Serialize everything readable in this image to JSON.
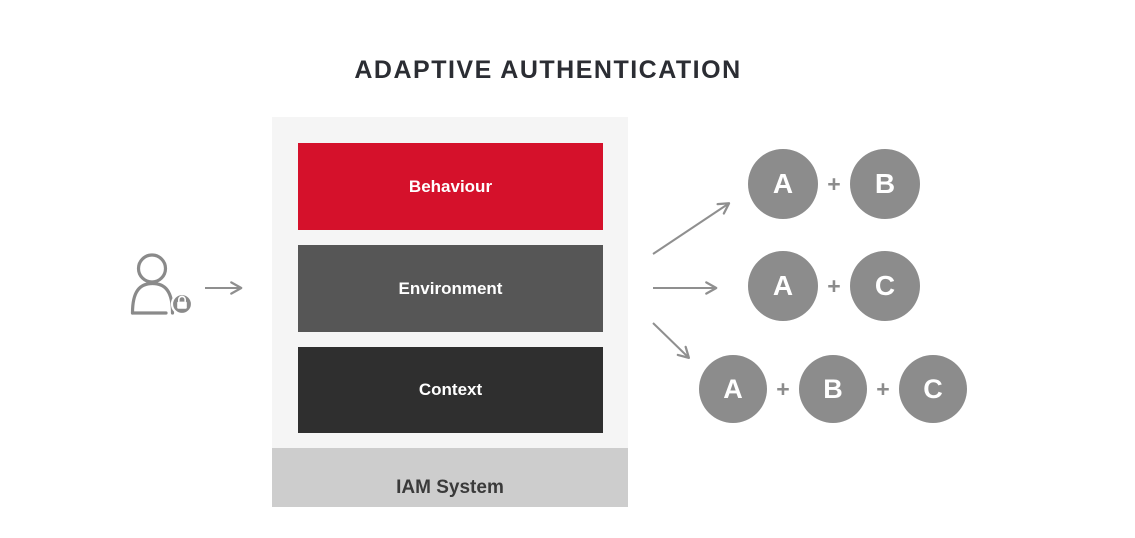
{
  "title": "ADAPTIVE AUTHENTICATION",
  "plus_sign": "+",
  "colors": {
    "behaviour_red": "#d5112b",
    "environment_gray": "#565656",
    "context_dark": "#2f2f2f",
    "panel_light": "#f5f5f5",
    "iam_strip_gray": "#cdcdcd",
    "circle_gray": "#8c8c8c",
    "arrow_gray": "#8f8f8f",
    "title_dark": "#2b2d33"
  },
  "icons": {
    "user": "user-with-lock-badge-icon",
    "arrows": "right-arrow-connectors"
  },
  "stack": {
    "layers": [
      {
        "label": "Behaviour"
      },
      {
        "label": "Environment"
      },
      {
        "label": "Context"
      }
    ],
    "base_label": "IAM System"
  },
  "combinations": {
    "rows": [
      {
        "factors": [
          "A",
          "B"
        ]
      },
      {
        "factors": [
          "A",
          "C"
        ]
      },
      {
        "factors": [
          "A",
          "B",
          "C"
        ]
      }
    ]
  }
}
